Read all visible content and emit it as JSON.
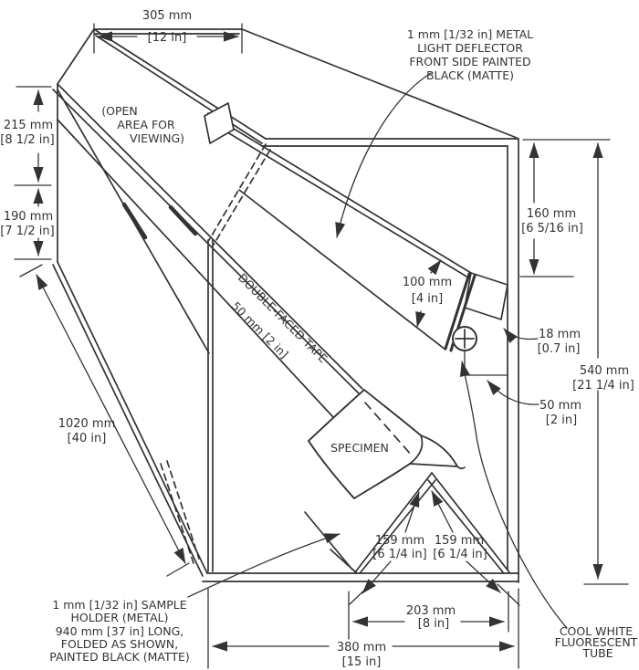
{
  "drawing": {
    "type": "technical-line-drawing",
    "subject": "fluorescent viewing booth with sample holder"
  },
  "dims": {
    "top_depth": {
      "mm": "305 mm",
      "in": "[12 in]"
    },
    "upper_left": {
      "mm": "215 mm",
      "in": "[8 1/2 in]"
    },
    "lower_left": {
      "mm": "190 mm",
      "in": "[7 1/2 in]"
    },
    "slant_length": {
      "mm": "1020 mm",
      "in": "[40 in]"
    },
    "deflector_drop": {
      "mm": "160 mm",
      "in": "[6 5/16 in]"
    },
    "deflector_gap": {
      "mm": "100 mm",
      "in": "[4 in]"
    },
    "tube_offset": {
      "mm": "18 mm",
      "in": "[0.7 in]"
    },
    "end_height": {
      "mm": "540 mm",
      "in": "[21 1/4 in]"
    },
    "tube_to_wall": {
      "mm": "50 mm",
      "in": "[2 in]"
    },
    "holder_side_l": {
      "mm": "159 mm",
      "in": "[6 1/4 in]"
    },
    "holder_side_r": {
      "mm": "159 mm",
      "in": "[6 1/4 in]"
    },
    "holder_base": {
      "mm": "203 mm",
      "in": "[8 in]"
    },
    "end_depth": {
      "mm": "380 mm",
      "in": "[15 in]"
    }
  },
  "labels": {
    "deflector": {
      "l1": "1 mm [1/32 in] METAL",
      "l2": "LIGHT DEFLECTOR",
      "l3": "FRONT SIDE PAINTED",
      "l4": "BLACK (MATTE)"
    },
    "open_area": {
      "l1": "(OPEN",
      "l2": "AREA FOR",
      "l3": "VIEWING)"
    },
    "tape": {
      "l1": "DOUBLE-FACED TAPE",
      "l2": "50 mm [2 in]"
    },
    "specimen": "SPECIMEN",
    "sample_holder": {
      "l1": "1 mm [1/32 in] SAMPLE",
      "l2": "HOLDER (METAL)",
      "l3": "940 mm [37 in] LONG,",
      "l4": "FOLDED AS SHOWN,",
      "l5": "PAINTED BLACK (MATTE)"
    },
    "tube": {
      "l1": "COOL WHITE",
      "l2": "FLUORESCENT",
      "l3": "TUBE"
    }
  },
  "colors": {
    "ink": "#333333",
    "background": "#ffffff"
  }
}
